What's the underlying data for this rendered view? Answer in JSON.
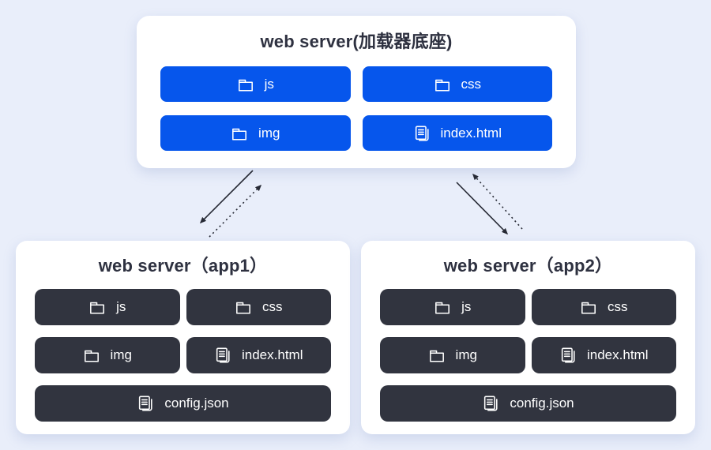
{
  "colors": {
    "background": "#e9eefa",
    "card": "#ffffff",
    "primary_blue": "#0656ec",
    "dark_button": "#31343f",
    "title_text": "#2e3140",
    "button_text": "#ffffff",
    "arrow": "#262934"
  },
  "loader": {
    "title": "web server(加载器底座)",
    "items": [
      {
        "label": "js",
        "icon": "folder-icon"
      },
      {
        "label": "css",
        "icon": "folder-icon"
      },
      {
        "label": "img",
        "icon": "folder-icon"
      },
      {
        "label": "index.html",
        "icon": "file-icon"
      }
    ]
  },
  "apps": [
    {
      "title": "web server（app1）",
      "items": [
        {
          "label": "js",
          "icon": "folder-icon"
        },
        {
          "label": "css",
          "icon": "folder-icon"
        },
        {
          "label": "img",
          "icon": "folder-icon"
        },
        {
          "label": "index.html",
          "icon": "file-icon"
        },
        {
          "label": "config.json",
          "icon": "file-icon"
        }
      ]
    },
    {
      "title": "web server（app2）",
      "items": [
        {
          "label": "js",
          "icon": "folder-icon"
        },
        {
          "label": "css",
          "icon": "folder-icon"
        },
        {
          "label": "img",
          "icon": "folder-icon"
        },
        {
          "label": "index.html",
          "icon": "file-icon"
        },
        {
          "label": "config.json",
          "icon": "file-icon"
        }
      ]
    }
  ],
  "arrows": [
    {
      "name": "loader-to-app1",
      "style": "solid",
      "direction": "down-left"
    },
    {
      "name": "app1-to-loader",
      "style": "dashed",
      "direction": "up-right"
    },
    {
      "name": "app2-to-loader",
      "style": "dashed",
      "direction": "up-left"
    },
    {
      "name": "loader-to-app2",
      "style": "solid",
      "direction": "down-right"
    }
  ]
}
